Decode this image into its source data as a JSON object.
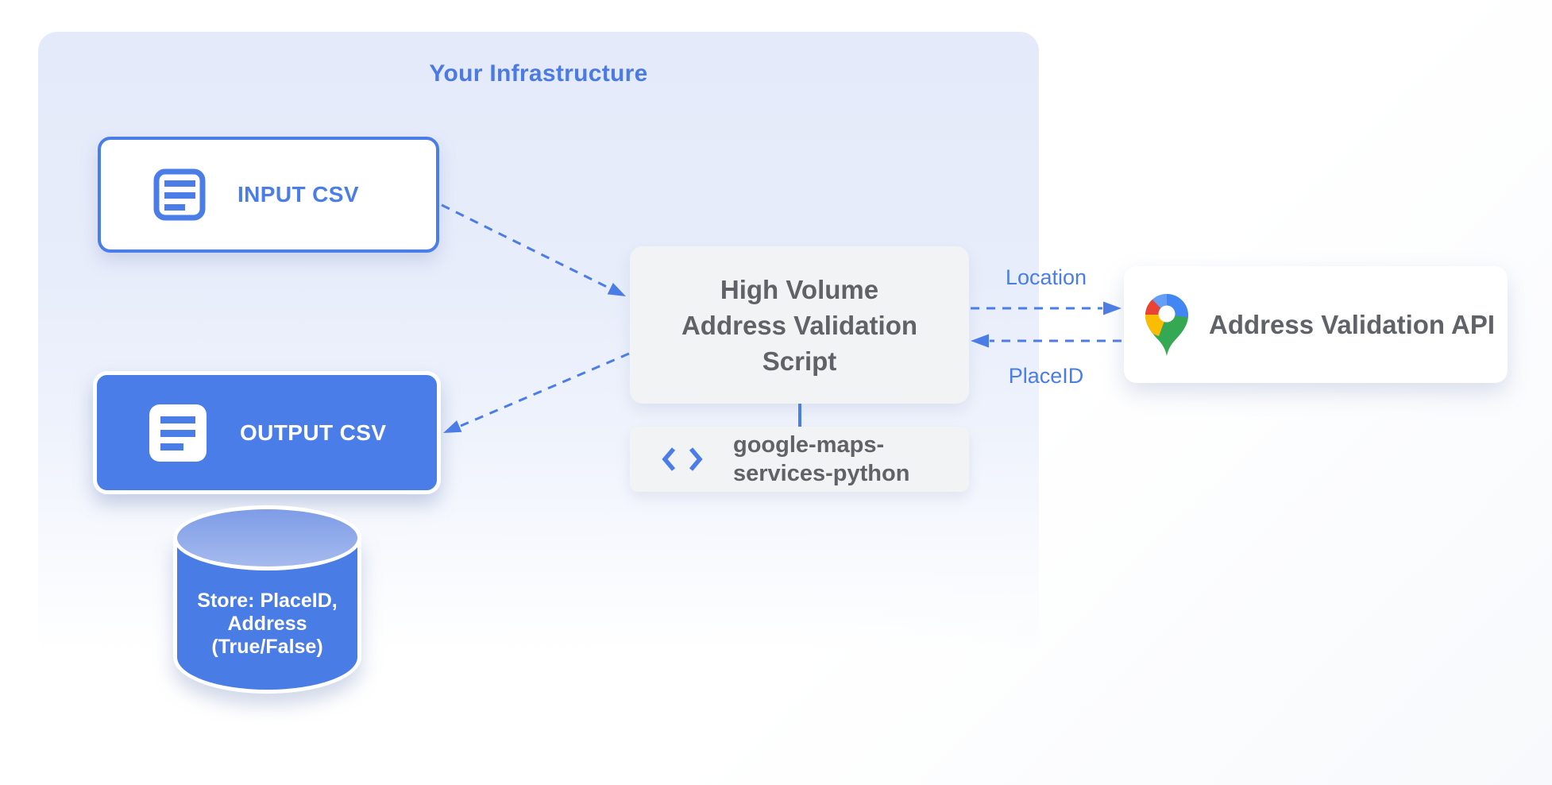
{
  "title": "Your Infrastructure",
  "nodes": {
    "input_csv": {
      "label": "INPUT CSV",
      "icon": "document-icon"
    },
    "output_csv": {
      "label": "OUTPUT CSV",
      "icon": "document-icon"
    },
    "datastore": {
      "icon": "database-cylinder",
      "line1": "Store: PlaceID,",
      "line2": "Address",
      "line3": "(True/False)"
    },
    "script": {
      "line1": "High Volume",
      "line2": "Address Validation",
      "line3": "Script"
    },
    "library": {
      "icon": "code-icon",
      "line1": "google-maps-",
      "line2": "services-python"
    },
    "api": {
      "label": "Address Validation API",
      "icon": "google-maps-pin-icon"
    }
  },
  "edges": {
    "location_label": "Location",
    "placeid_label": "PlaceID"
  },
  "colors": {
    "accent_blue": "#4a7de8",
    "title_blue": "#4a7ae2",
    "node_gray": "#f1f3f4",
    "text_gray": "#5f6368",
    "container_blue": "#e4eafa",
    "cylinder_top_blue": "#8aa5e9",
    "pin_red": "#EA4335",
    "pin_blue": "#4285F4",
    "pin_blue_light": "#669DF6",
    "pin_yellow": "#FBBC04",
    "pin_green": "#34A853"
  }
}
